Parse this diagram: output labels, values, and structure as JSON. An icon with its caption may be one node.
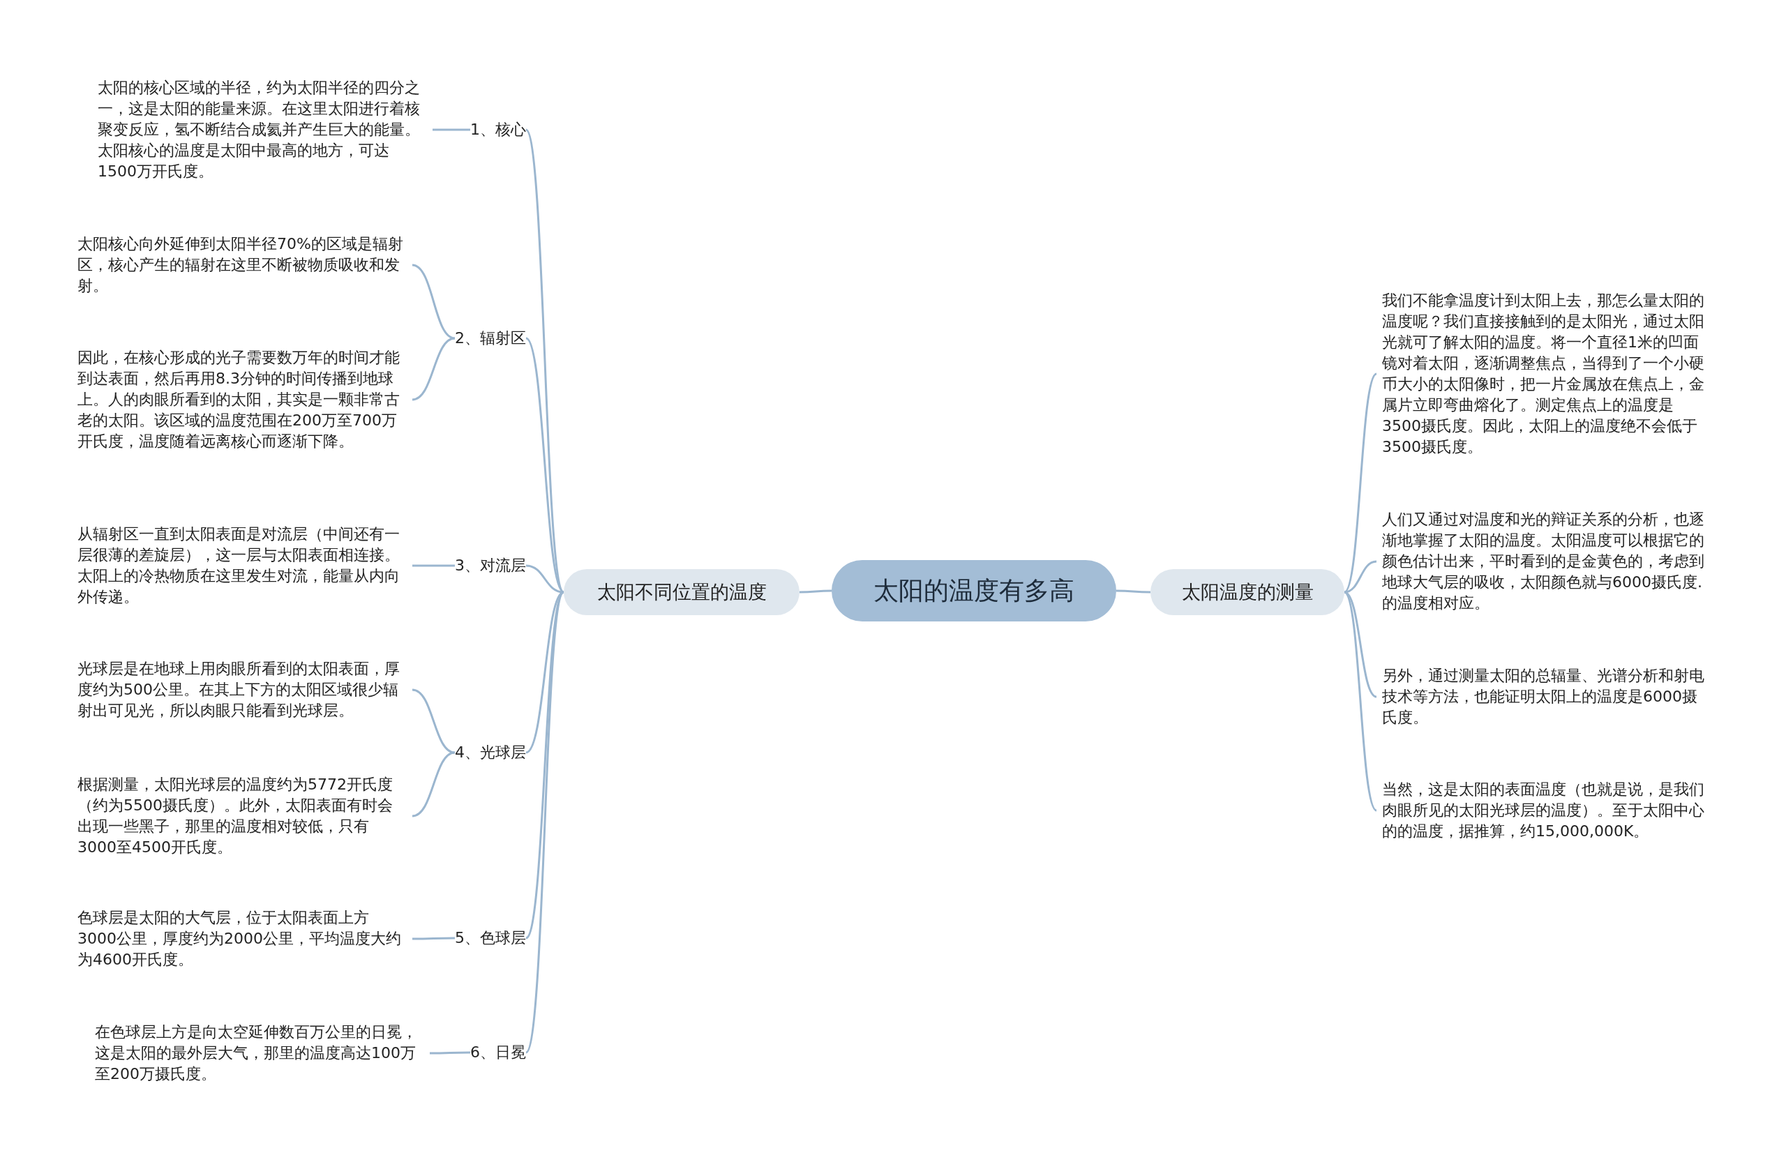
{
  "diagram": {
    "nodes": [
      {
        "text": [
          "太阳的温度有多高"
        ]
      },
      {
        "text": [
          "太阳不同位置的温度"
        ]
      },
      {
        "text": [
          "1、核心"
        ]
      },
      {
        "text": [
          "太阳的核心区域的半径，约为太阳半径的四分之一，这是太阳的能量来源。在这里太阳进行着核聚变反应，氢不断结合成氦并产生巨大的能量。太阳核心的温度是太阳中最高的地方，可达1500万开氏度。"
        ]
      },
      {
        "text": [
          "2、辐射区"
        ]
      },
      {
        "text": [
          "太阳核心向外延伸到太阳半径70%的区域是辐射区，核心产生的辐射在这里不断被物质吸收和发射。"
        ]
      },
      {
        "text": [
          "因此，在核心形成的光子需要数万年的时间才能到达表面，然后再用8.3分钟的时间传播到地球上。人的肉眼所看到的太阳，其实是一颗非常古老的太阳。该区域的温度范围在200万至700万开氏度，温度随着远离核心而逐渐下降。"
        ]
      },
      {
        "text": [
          "3、对流层"
        ]
      },
      {
        "text": [
          "从辐射区一直到太阳表面是对流层（中间还有一层很薄的差旋层），这一层与太阳表面相连接。太阳上的冷热物质在这里发生对流，能量从内向外传递。"
        ]
      },
      {
        "text": [
          "4、光球层"
        ]
      },
      {
        "text": [
          "光球层是在地球上用肉眼所看到的太阳表面，厚度约为500公里。在其上下方的太阳区域很少辐射出可见光，所以肉眼只能看到光球层。"
        ]
      },
      {
        "text": [
          "根据测量，太阳光球层的温度约为5772开氏度（约为5500摄氏度）。此外，太阳表面有时会出现一些黑子，那里的温度相对较低，只有3000至4500开氏度。"
        ]
      },
      {
        "text": [
          "5、色球层"
        ]
      },
      {
        "text": [
          "色球层是太阳的大气层，位于太阳表面上方3000公里，厚度约为2000公里，平均温度大约为4600开氏度。"
        ]
      },
      {
        "text": [
          "6、日冕"
        ]
      },
      {
        "text": [
          "在色球层上方是向太空延伸数百万公里的日冕，这是太阳的最外层大气，那里的温度高达100万至200万摄氏度。"
        ]
      },
      {
        "text": [
          "太阳温度的测量"
        ]
      },
      {
        "text": [
          "我们不能拿温度计到太阳上去，那怎么量太阳的温度呢？我们直接接触到的是太阳光，通过太阳光就可了解太阳的温度。将一个直径1米的凹面镜对着太阳，逐渐调整焦点，当得到了一个小硬币大小的太阳像时，把一片金属放在焦点上，金属片立即弯曲熔化了。测定焦点上的温度是3500摄氏度。因此，太阳上的温度绝不会低于3500摄氏度。"
        ]
      },
      {
        "text": [
          "人们又通过对温度和光的辩证关系的分析，也逐渐地掌握了太阳的温度。太阳温度可以根据它的颜色估计出来，平时看到的是金黄色的，考虑到地球大气层的吸收，太阳颜色就与6000摄氏度.的温度相对应。"
        ]
      },
      {
        "text": [
          "另外，通过测量太阳的总辐量、光谱分析和射电技术等方法，也能证明太阳上的温度是6000摄氏度。"
        ]
      },
      {
        "text": [
          "当然，这是太阳的表面温度（也就是说，是我们肉眼所见的太阳光球层的温度）。至于太阳中心的的温度，据推算，约15,000,000K。"
        ]
      }
    ],
    "edges": [
      {
        "from": 0,
        "to": 1,
        "arrow": "none"
      },
      {
        "from": 0,
        "to": 16,
        "arrow": "none"
      },
      {
        "from": 1,
        "to": 2,
        "arrow": "none"
      },
      {
        "from": 1,
        "to": 4,
        "arrow": "none"
      },
      {
        "from": 1,
        "to": 7,
        "arrow": "none"
      },
      {
        "from": 1,
        "to": 9,
        "arrow": "none"
      },
      {
        "from": 1,
        "to": 12,
        "arrow": "none"
      },
      {
        "from": 1,
        "to": 14,
        "arrow": "none"
      },
      {
        "from": 2,
        "to": 3,
        "arrow": "none"
      },
      {
        "from": 4,
        "to": 5,
        "arrow": "none"
      },
      {
        "from": 4,
        "to": 6,
        "arrow": "none"
      },
      {
        "from": 7,
        "to": 8,
        "arrow": "none"
      },
      {
        "from": 9,
        "to": 10,
        "arrow": "none"
      },
      {
        "from": 9,
        "to": 11,
        "arrow": "none"
      },
      {
        "from": 12,
        "to": 13,
        "arrow": "none"
      },
      {
        "from": 14,
        "to": 15,
        "arrow": "none"
      },
      {
        "from": 16,
        "to": 17,
        "arrow": "none"
      },
      {
        "from": 16,
        "to": 18,
        "arrow": "none"
      },
      {
        "from": 16,
        "to": 19,
        "arrow": "none"
      },
      {
        "from": 16,
        "to": 20,
        "arrow": "none"
      }
    ]
  }
}
